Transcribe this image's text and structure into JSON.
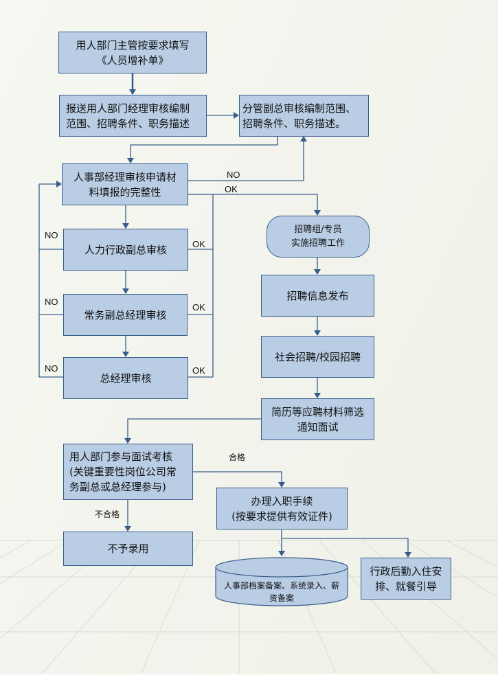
{
  "colors": {
    "box_fill": "#b9cde5",
    "box_border": "#385d8a",
    "connector": "#385d8a",
    "background": "#f3f4ed"
  },
  "nodes": {
    "fill_form": "用人部门主管按要求填写\n《人员增补单》",
    "dept_manager_review": "报送用人部门经理审核编制\n范围、招聘条件、职务描述",
    "vp_review": "分管副总审核编制范围、\n招聘条件、职务描述。",
    "hr_manager_review": "人事部经理审核申请材\n料填报的完整性",
    "hr_admin_vp_review": "人力行政副总审核",
    "executive_vp_review": "常务副总经理审核",
    "gm_review": "总经理审核",
    "recruit_team": "招聘组/专员\n实施招聘工作",
    "publish_info": "招聘信息发布",
    "social_campus": "社会招聘/校园招聘",
    "screen_resumes": "简历等应聘材料筛选\n通知面试",
    "interview": "用人部门参与面试考核\n(关键重要性岗位公司常\n务副总或总经理参与)",
    "reject": "不予录用",
    "onboarding": "办理入职手续\n(按要求提供有效证件)",
    "hr_archive": "人事部档案备案、系统录入、薪\n资备案",
    "admin_logistics": "行政后勤入住安\n排、就餐引导"
  },
  "labels": {
    "no_top": "NO",
    "ok_top": "OK",
    "no_1": "NO",
    "ok_1": "OK",
    "no_2": "NO",
    "ok_2": "OK",
    "no_3": "NO",
    "ok_3": "OK",
    "pass": "合格",
    "fail": "不合格"
  }
}
